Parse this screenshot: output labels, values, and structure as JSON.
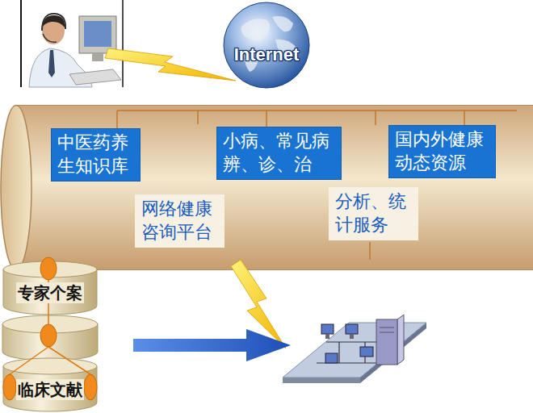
{
  "diagram": {
    "nodes": [
      {
        "text": [
          "Internet"
        ]
      },
      {
        "text": [
          "中医药养 生知识库"
        ]
      },
      {
        "text": [
          "小病、常见病 辨、诊、治"
        ]
      },
      {
        "text": [
          "国内外健康 动态资源"
        ]
      },
      {
        "text": [
          "网络健康 咨询平台"
        ]
      },
      {
        "text": [
          "分析、统 计服务"
        ]
      },
      {
        "text": [
          "专家个案"
        ]
      },
      {
        "text": [
          "临床文献"
        ]
      }
    ]
  }
}
